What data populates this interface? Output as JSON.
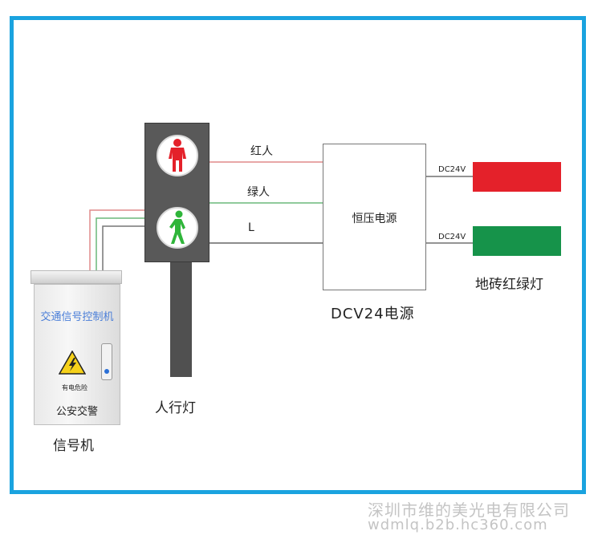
{
  "traffic_light": {
    "label": "人行灯"
  },
  "wires": {
    "red_label": "红人",
    "green_label": "绿人",
    "l_label": "L"
  },
  "power_supply": {
    "box_label": "恒压电源",
    "caption": "DCV24电源"
  },
  "outputs": {
    "red_voltage": "DC24V",
    "green_voltage": "DC24V",
    "tile_label": "地砖红绿灯"
  },
  "controller": {
    "title": "交通信号控制机",
    "warning": "有电危险",
    "bottom_text": "公安交警",
    "label": "信号机"
  },
  "watermark": {
    "line1": "深圳市维的美光电有限公司",
    "line2": "wdmlq.b2b.hc360.com"
  },
  "colors": {
    "frame": "#1aa3df",
    "red_light": "#e4212a",
    "green_light": "#16934a"
  }
}
